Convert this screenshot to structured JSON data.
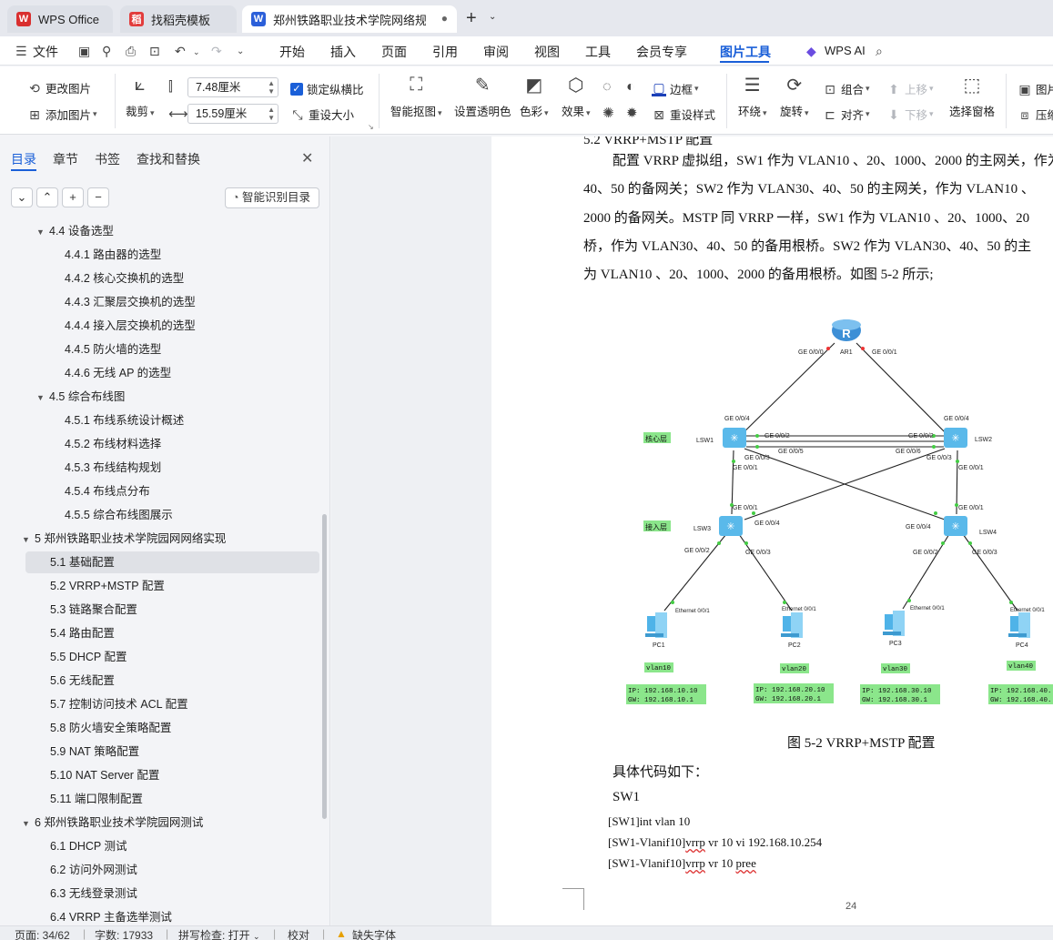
{
  "tabs": [
    {
      "label": "WPS Office",
      "logo": "W",
      "color": "#d92f2f"
    },
    {
      "label": "找稻壳模板",
      "logo": "稻",
      "color": "#e23c3c"
    },
    {
      "label": "郑州铁路职业技术学院网络规划",
      "logo": "W",
      "color": "#2b5fd9"
    }
  ],
  "menu": {
    "file": "文件",
    "items": [
      "开始",
      "插入",
      "页面",
      "引用",
      "审阅",
      "视图",
      "工具",
      "会员专享",
      "图片工具"
    ],
    "ai": "WPS AI"
  },
  "ribbon": {
    "change_image": "更改图片",
    "add_image": "添加图片",
    "crop": "裁剪",
    "height": "7.48厘米",
    "width": "15.59厘米",
    "lock_ratio": "锁定纵横比",
    "reset_size": "重设大小",
    "smart_cutout": "智能抠图",
    "set_transparent": "设置透明色",
    "color": "色彩",
    "effects": "效果",
    "border": "边框",
    "reset_style": "重设样式",
    "wrap": "环绕",
    "rotate": "旋转",
    "group": "组合",
    "align": "对齐",
    "move_up": "上移",
    "move_down": "下移",
    "selection_pane": "选择窗格",
    "image_more": "图片",
    "compress": "压缩"
  },
  "sidebar": {
    "tabs": [
      "目录",
      "章节",
      "书签",
      "查找和替换"
    ],
    "smart_toc": "智能识别目录",
    "toc": [
      {
        "label": "4.4 设备选型",
        "level": 2,
        "expanded": true
      },
      {
        "label": "4.4.1 路由器的选型",
        "level": 3
      },
      {
        "label": "4.4.2 核心交换机的选型",
        "level": 3
      },
      {
        "label": "4.4.3 汇聚层交换机的选型",
        "level": 3
      },
      {
        "label": "4.4.4 接入层交换机的选型",
        "level": 3
      },
      {
        "label": "4.4.5 防火墙的选型",
        "level": 3
      },
      {
        "label": "4.4.6 无线 AP 的选型",
        "level": 3
      },
      {
        "label": "4.5 综合布线图",
        "level": 2,
        "expanded": true
      },
      {
        "label": "4.5.1 布线系统设计概述",
        "level": 3
      },
      {
        "label": "4.5.2 布线材料选择",
        "level": 3
      },
      {
        "label": "4.5.3 布线结构规划",
        "level": 3
      },
      {
        "label": "4.5.4 布线点分布",
        "level": 3
      },
      {
        "label": "4.5.5 综合布线图展示",
        "level": 3
      },
      {
        "label": "5 郑州铁路职业技术学院园网网络实现",
        "level": 1,
        "expanded": true
      },
      {
        "label": "5.1 基础配置",
        "level": 2,
        "selected": true
      },
      {
        "label": "5.2 VRRP+MSTP 配置",
        "level": 2
      },
      {
        "label": "5.3 链路聚合配置",
        "level": 2
      },
      {
        "label": "5.4 路由配置",
        "level": 2
      },
      {
        "label": "5.5 DHCP 配置",
        "level": 2
      },
      {
        "label": "5.6 无线配置",
        "level": 2
      },
      {
        "label": "5.7 控制访问技术 ACL 配置",
        "level": 2
      },
      {
        "label": "5.8 防火墙安全策略配置",
        "level": 2
      },
      {
        "label": "5.9 NAT 策略配置",
        "level": 2
      },
      {
        "label": "5.10 NAT Server 配置",
        "level": 2
      },
      {
        "label": "5.11 端口限制配置",
        "level": 2
      },
      {
        "label": "6 郑州铁路职业技术学院园网测试",
        "level": 1,
        "expanded": true
      },
      {
        "label": "6.1 DHCP 测试",
        "level": 2
      },
      {
        "label": "6.2 访问外网测试",
        "level": 2
      },
      {
        "label": "6.3 无线登录测试",
        "level": 2
      },
      {
        "label": "6.4 VRRP 主备选举测试",
        "level": 2
      }
    ]
  },
  "document": {
    "heading": "5.2 VRRP+MSTP 配置",
    "para_lines": [
      "配置 VRRP 虚拟组，SW1 作为 VLAN10 、20、1000、2000 的主网关，作为",
      "40、50 的备网关；SW2 作为 VLAN30、40、50 的主网关，作为 VLAN10 、",
      "2000 的备网关。MSTP 同 VRRP 一样，SW1 作为 VLAN10 、20、1000、20",
      "桥，作为 VLAN30、40、50 的备用根桥。SW2 作为 VLAN30、40、50 的主",
      "为 VLAN10 、20、1000、2000 的备用根桥。如图 5-2 所示;"
    ],
    "caption": "图 5-2 VRRP+MSTP 配置",
    "code_intro": "具体代码如下：",
    "code_device": "SW1",
    "code_lines": [
      [
        "[SW1]int vlan 10",
        ""
      ],
      [
        "[SW1-Vlanif10]",
        "vrrp",
        " vr 10 vi 192.168.10.254"
      ],
      [
        "[SW1-Vlanif10]",
        "vrrp",
        " vr 10 ",
        "pree"
      ]
    ],
    "page_number": "24"
  },
  "topology": {
    "router": "AR1",
    "router_glyph": "R",
    "core_label": "核心层",
    "access_label": "接入层",
    "switches": [
      "LSW1",
      "LSW2",
      "LSW3",
      "LSW4"
    ],
    "ports": {
      "ar_l": "GE 0/0/0",
      "ar_r": "GE 0/0/1",
      "s1_top": "GE 0/0/4",
      "s2_top": "GE 0/0/4",
      "s1_p2": "GE 0/0/2",
      "s2_p2": "GE 0/0/2",
      "s1_p5": "GE 0/0/5",
      "s2_p6": "GE 0/0/6",
      "s1_p3": "GE 0/0/3",
      "s2_p3": "GE 0/0/3",
      "s1_p1": "GE 0/0/1",
      "s2_p1": "GE 0/0/1",
      "s3_p1": "GE 0/0/1",
      "s4_p1": "GE 0/0/1",
      "s3_p4": "GE 0/0/4",
      "s4_p4": "GE 0/0/4",
      "s3_p2": "GE 0/0/2",
      "s3_p3": "GE 0/0/3",
      "s4_p2": "GE 0/0/2",
      "s4_p3": "GE 0/0/3",
      "eth": "Ethernet 0/0/1"
    },
    "pcs": [
      {
        "name": "PC1",
        "vlan": "vlan10",
        "ip": "IP: 192.168.10.10",
        "gw": "GW: 192.168.10.1"
      },
      {
        "name": "PC2",
        "vlan": "vlan20",
        "ip": "IP: 192.168.20.10",
        "gw": "GW: 192.168.20.1"
      },
      {
        "name": "PC3",
        "vlan": "vlan30",
        "ip": "IP: 192.168.30.10",
        "gw": "GW: 192.168.30.1"
      },
      {
        "name": "PC4",
        "vlan": "vlan40",
        "ip": "IP: 192.168.40.",
        "gw": "GW: 192.168.40."
      }
    ]
  },
  "status": {
    "page": "页面: 34/62",
    "words": "字数: 17933",
    "spell": "拼写检查: 打开",
    "proof": "校对",
    "font_missing": "缺失字体"
  },
  "colors": {
    "accent": "#1a5fd8",
    "label_green": "#7fe07f",
    "switch_blue": "#4fb3e8"
  }
}
